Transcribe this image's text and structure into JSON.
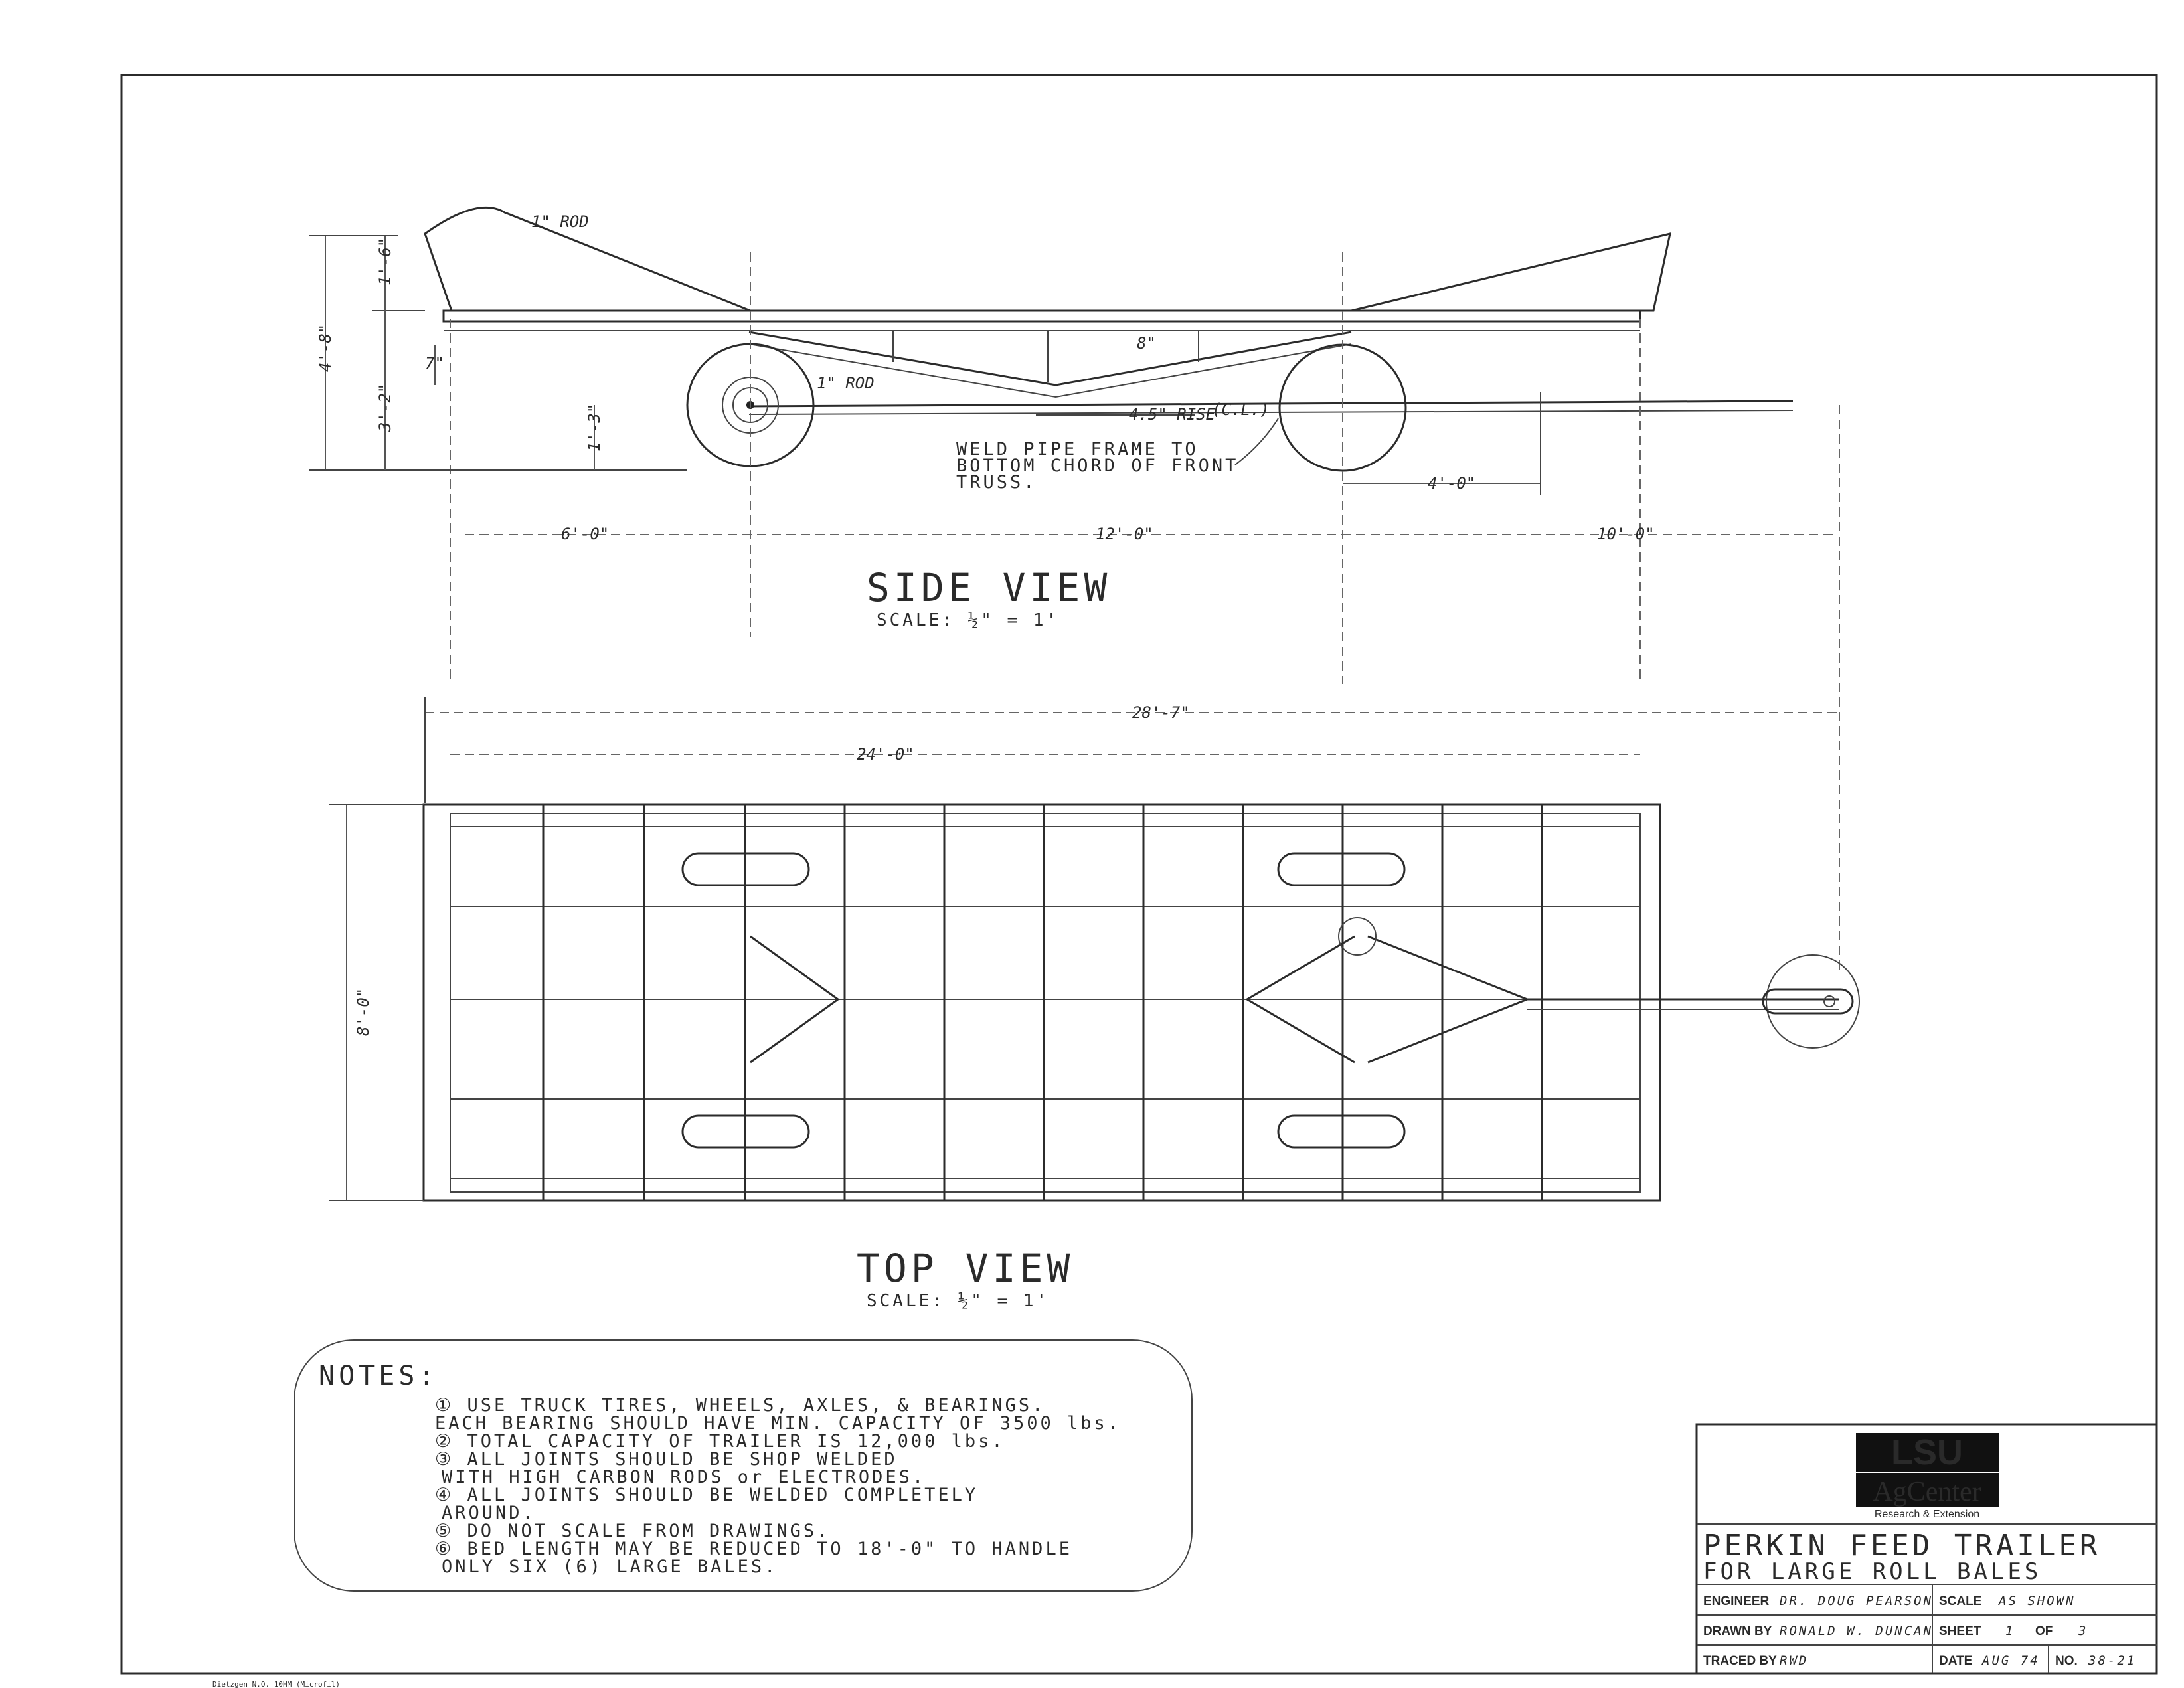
{
  "side_view": {
    "title": "SIDE VIEW",
    "scale": "SCALE: ½\" = 1'",
    "labels": {
      "top_rod": "1\" ROD",
      "mid_rod": "1\" ROD",
      "rise": "4.5\" RISE",
      "cl": "(C.L.)",
      "weld_note_1": "WELD PIPE FRAME TO",
      "weld_note_2": "BOTTOM CHORD OF FRONT",
      "weld_note_3": "TRUSS."
    },
    "dimensions": {
      "overall_height": "4'-8\"",
      "top_height": "1'-6\"",
      "lower_height": "3'-2\"",
      "bed_drop": "7\"",
      "axle_height": "1'-3\"",
      "truss_depth": "8\"",
      "rear_overhang": "6'-0\"",
      "wheelbase": "12'-0\"",
      "tongue": "10'-0\"",
      "hitch_length": "4'-0\""
    }
  },
  "top_view": {
    "title": "TOP VIEW",
    "scale": "SCALE: ½\" = 1'",
    "dimensions": {
      "overall_length": "28'-7\"",
      "bed_length": "24'-0\"",
      "width": "8'-0\""
    }
  },
  "notes": {
    "heading": "NOTES:",
    "lines": [
      "① USE TRUCK TIRES, WHEELS, AXLES, & BEARINGS.",
      "EACH BEARING SHOULD HAVE MIN. CAPACITY OF 3500 lbs.",
      "② TOTAL CAPACITY OF TRAILER IS 12,000 lbs.",
      "③ ALL JOINTS SHOULD BE SHOP WELDED",
      "WITH HIGH CARBON RODS or ELECTRODES.",
      "④ ALL JOINTS SHOULD BE WELDED COMPLETELY",
      "AROUND.",
      "⑤ DO NOT SCALE FROM DRAWINGS.",
      "⑥ BED LENGTH MAY BE REDUCED TO 18'-0\" TO HANDLE",
      "ONLY SIX (6) LARGE BALES."
    ]
  },
  "title_block": {
    "logo_top": "LSU",
    "logo_mid": "AgCenter",
    "logo_sub": "Research & Extension",
    "title": "PERKIN FEED TRAILER",
    "subtitle": "FOR LARGE ROLL BALES",
    "engineer_label": "ENGINEER",
    "engineer_value": "DR. DOUG PEARSON",
    "scale_label": "SCALE",
    "scale_value": "AS SHOWN",
    "drawn_label": "DRAWN BY",
    "drawn_value": "RONALD W. DUNCAN",
    "sheet_label": "SHEET",
    "sheet_value": "1",
    "of_label": "OF",
    "of_value": "3",
    "traced_label": "TRACED BY",
    "traced_value": "RWD",
    "date_label": "DATE",
    "date_value": "AUG 74",
    "no_label": "NO.",
    "no_value": "38-21"
  },
  "footer": {
    "imprint": "Dietzgen N.O. 10HM (Microfil)"
  }
}
